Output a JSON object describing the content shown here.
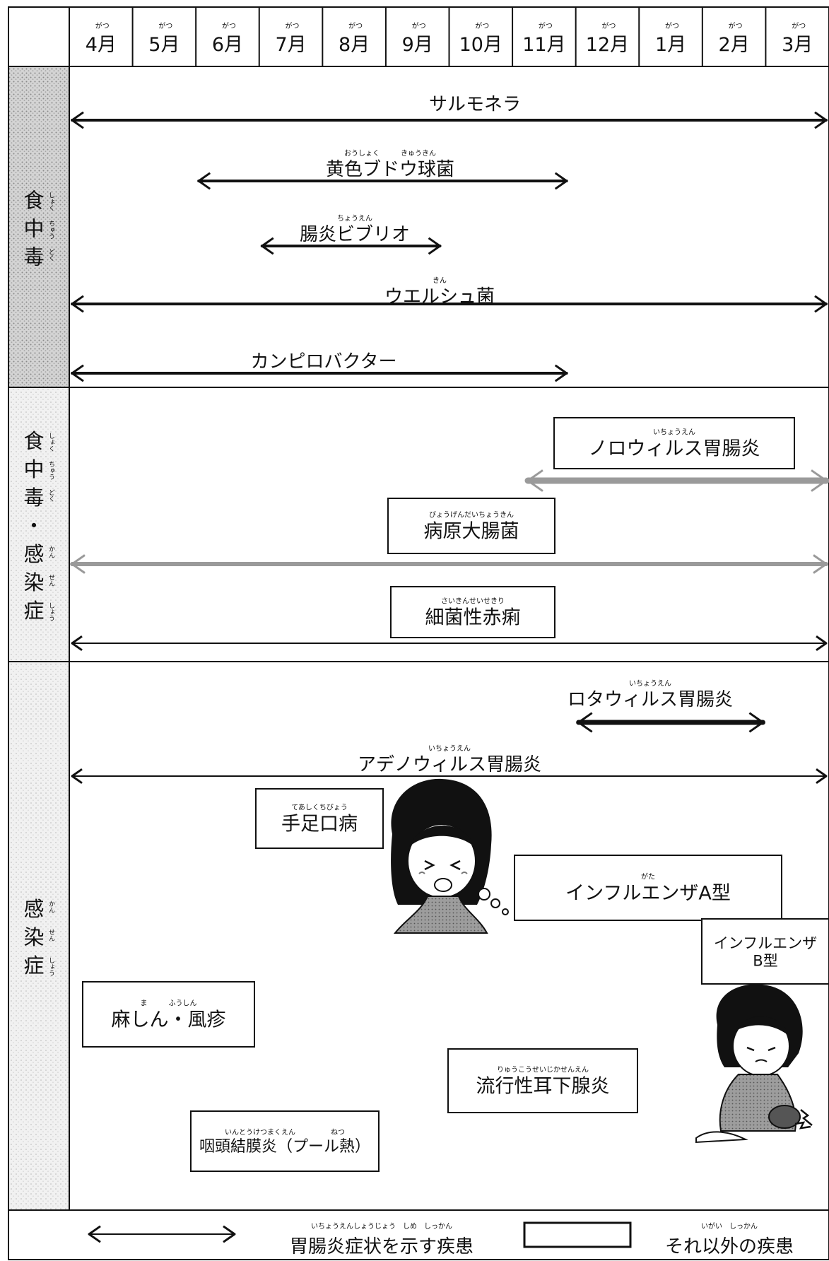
{
  "months": [
    "4月",
    "5月",
    "6月",
    "7月",
    "8月",
    "9月",
    "10月",
    "11月",
    "12月",
    "1月",
    "2月",
    "3月"
  ],
  "month_ruby": "がつ",
  "categories": [
    {
      "label": [
        "食",
        "中",
        "毒"
      ],
      "ruby": [
        "しょく",
        "ちゅう",
        "どく"
      ]
    },
    {
      "label": [
        "食",
        "中",
        "毒",
        "・",
        "感",
        "染",
        "症"
      ],
      "ruby": [
        "しょく",
        "ちゅう",
        "どく",
        "",
        "かん",
        "せん",
        "しょう"
      ]
    },
    {
      "label": [
        "感",
        "染",
        "症"
      ],
      "ruby": [
        "かん",
        "せん",
        "しょう"
      ]
    }
  ],
  "diseases": [
    {
      "name": "サルモネラ",
      "ruby": "",
      "kind": "gastro",
      "start": 0,
      "end": 12
    },
    {
      "name": "黄色ブドウ球菌",
      "ruby": "おうしょく　　　きゅうきん",
      "kind": "gastro",
      "start": 2,
      "end": 7.9
    },
    {
      "name": "腸炎ビブリオ",
      "ruby": "ちょうえん",
      "kind": "gastro",
      "start": 3,
      "end": 5.9
    },
    {
      "name": "ウエルシュ菌",
      "ruby": "きん",
      "kind": "gastro",
      "start": 0,
      "end": 12
    },
    {
      "name": "カンピロバクター",
      "ruby": "",
      "kind": "gastro",
      "start": 0,
      "end": 7.9
    },
    {
      "name": "ノロウィルス胃腸炎",
      "ruby": "いちょうえん",
      "kind": "gastro",
      "start": 7.2,
      "end": 12
    },
    {
      "name": "病原大腸菌",
      "ruby": "びょうげんだいちょうきん",
      "kind": "gastro",
      "start": 0,
      "end": 12
    },
    {
      "name": "細菌性赤痢",
      "ruby": "さいきんせいせきり",
      "kind": "gastro",
      "start": 0,
      "end": 12
    },
    {
      "name": "ロタウィルス胃腸炎",
      "ruby": "いちょうえん",
      "kind": "gastro",
      "start": 8,
      "end": 11
    },
    {
      "name": "アデノウィルス胃腸炎",
      "ruby": "いちょうえん",
      "kind": "gastro",
      "start": 0,
      "end": 12
    },
    {
      "name": "手足口病",
      "ruby": "てあしくちびょう",
      "kind": "other",
      "start": 3,
      "end": 5
    },
    {
      "name": "インフルエンザA型",
      "ruby": "がた",
      "kind": "other",
      "start": 7,
      "end": 11
    },
    {
      "name": "インフルエンザ\nB型",
      "ruby": "",
      "kind": "other",
      "start": 10,
      "end": 12
    },
    {
      "name": "麻しん・風疹",
      "ruby": "ま　　　ふうしん",
      "kind": "other",
      "start": 0,
      "end": 2.5
    },
    {
      "name": "流行性耳下腺炎",
      "ruby": "りゅうこうせいじかせんえん",
      "kind": "other",
      "start": 6,
      "end": 9
    },
    {
      "name": "咽頭結膜炎（プール熱）",
      "ruby": "いんとうけつまくえん　　　　　ねつ",
      "kind": "other",
      "start": 2,
      "end": 5
    }
  ],
  "legend": {
    "arrow_label": "胃腸炎症状を示す疾患",
    "arrow_ruby": "いちょうえんしょうじょう　しめ　しっかん",
    "box_label": "それ以外の疾患",
    "box_ruby": "いがい　しっかん"
  },
  "colors": {
    "arrow": "#111111",
    "gray_arrow": "#9a9a9a",
    "stipple": "#bdbdbd"
  },
  "icons": [
    "sick-girl-icon",
    "sick-child-icon"
  ]
}
